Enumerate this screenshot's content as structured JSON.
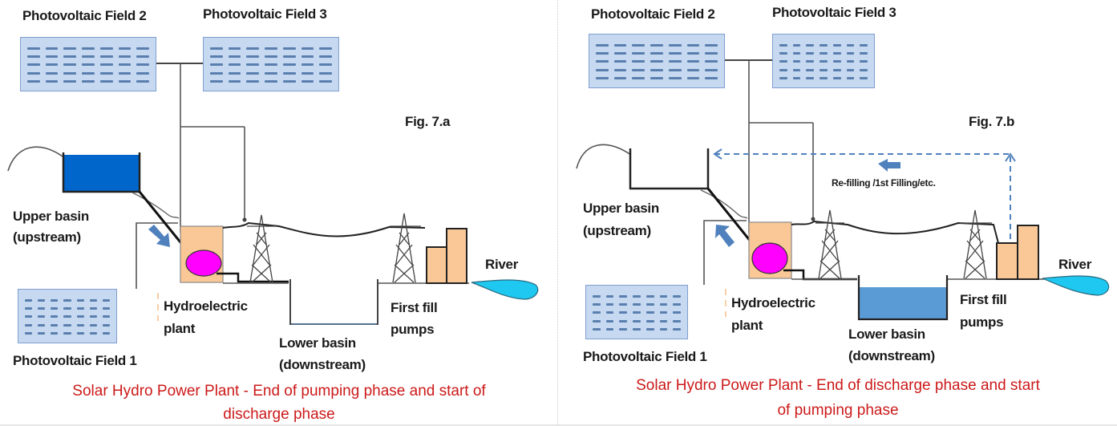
{
  "figures": [
    {
      "id": "fig-7a",
      "fig_label": "Fig. 7.a",
      "labels": {
        "pv_field_1": "Photovoltaic Field 1",
        "pv_field_2": "Photovoltaic Field 2",
        "pv_field_3": "Photovoltaic Field 3",
        "upper_basin_line1": "Upper basin",
        "upper_basin_line2": "(upstream)",
        "hydro_line1": "Hydroelectric",
        "hydro_line2": "plant",
        "lower_basin_line1": "Lower basin",
        "lower_basin_line2": "(downstream)",
        "pumps_line1": "First fill",
        "pumps_line2": "pumps",
        "river": "River"
      },
      "caption_line1": "Solar Hydro Power Plant - End of pumping phase and start of",
      "caption_line2": "discharge phase",
      "state": {
        "upper_basin": "full",
        "lower_basin": "empty",
        "flow_arrow": "down"
      }
    },
    {
      "id": "fig-7b",
      "fig_label": "Fig. 7.b",
      "labels": {
        "pv_field_1": "Photovoltaic Field 1",
        "pv_field_2": "Photovoltaic Field 2",
        "pv_field_3": "Photovoltaic Field 3",
        "upper_basin_line1": "Upper basin",
        "upper_basin_line2": "(upstream)",
        "hydro_line1": "Hydroelectric",
        "hydro_line2": "plant",
        "lower_basin_line1": "Lower basin",
        "lower_basin_line2": "(downstream)",
        "pumps_line1": "First fill",
        "pumps_line2": "pumps",
        "river": "River",
        "refill_note": "Re-filling /1st Filling/etc."
      },
      "caption_line1": "Solar Hydro Power Plant - End of discharge phase and start",
      "caption_line2": "of pumping phase",
      "state": {
        "upper_basin": "empty",
        "lower_basin": "full",
        "flow_arrow": "up"
      }
    }
  ],
  "colors": {
    "pv_fill": "#c6d9f1",
    "pv_border": "#7f9fcf",
    "water_upper": "#0066cc",
    "water_lower": "#5b9bd5",
    "plant_fill": "#fac896",
    "turbine": "#ff00ff",
    "river": "#1ec8f0",
    "flow_arrow": "#4f81bd",
    "caption": "#cc1a1a"
  }
}
